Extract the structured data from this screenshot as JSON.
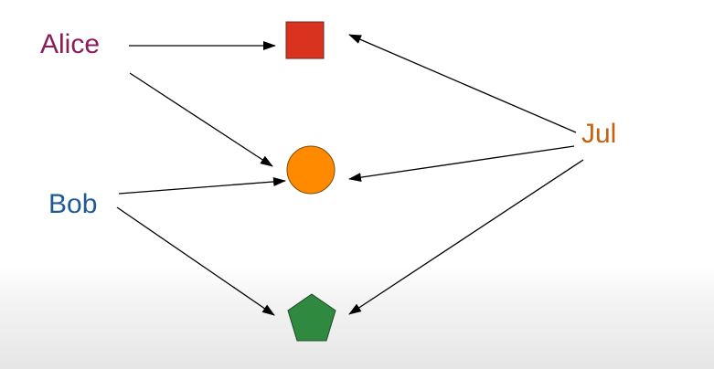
{
  "nodes": {
    "alice": {
      "label": "Alice",
      "color": "#8b1d5c"
    },
    "bob": {
      "label": "Bob",
      "color": "#1f5a96"
    },
    "jul": {
      "label": "Jul",
      "color": "#c7600f"
    }
  },
  "shapes": {
    "square": {
      "kind": "square",
      "fill": "#d9321f"
    },
    "circle": {
      "kind": "circle",
      "fill": "#ff8a00"
    },
    "pentagon": {
      "kind": "pentagon",
      "fill": "#2f8a3f"
    }
  },
  "edges": [
    {
      "from": "alice",
      "to": "square"
    },
    {
      "from": "alice",
      "to": "circle"
    },
    {
      "from": "bob",
      "to": "circle"
    },
    {
      "from": "bob",
      "to": "pentagon"
    },
    {
      "from": "jul",
      "to": "square"
    },
    {
      "from": "jul",
      "to": "circle"
    },
    {
      "from": "jul",
      "to": "pentagon"
    }
  ]
}
